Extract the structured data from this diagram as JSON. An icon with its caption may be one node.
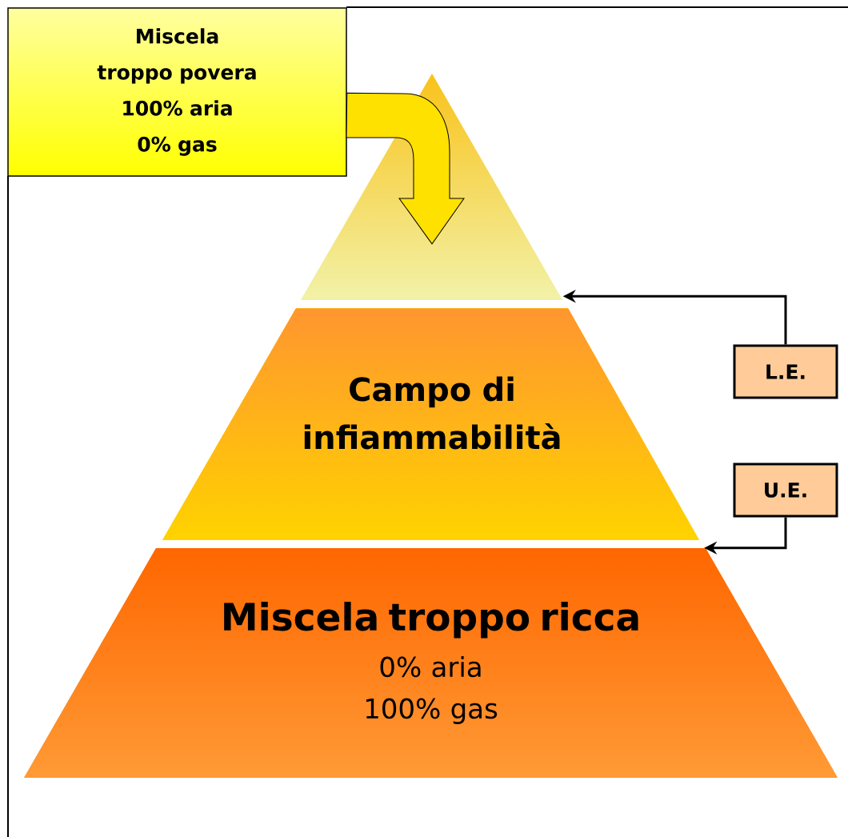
{
  "diagram": {
    "nodes": [
      {
        "text": [
          "Miscela troppo povera",
          "100% aria",
          "0% gas"
        ]
      },
      {
        "text": [],
        "shape": "triangle"
      },
      {
        "text": [
          "Campo di infiammabilità"
        ]
      },
      {
        "text": [
          "Miscela troppo ricca",
          "0% aria",
          "100% gas"
        ]
      },
      {
        "text": [
          "L.E."
        ]
      },
      {
        "text": [
          "U.E."
        ]
      }
    ],
    "edges": [
      {
        "from": 0,
        "to": 1,
        "arrow": "to",
        "style": "thick"
      },
      {
        "from": 4,
        "to": 1,
        "arrow": "to"
      },
      {
        "from": 5,
        "to": 3,
        "arrow": "to"
      }
    ]
  }
}
